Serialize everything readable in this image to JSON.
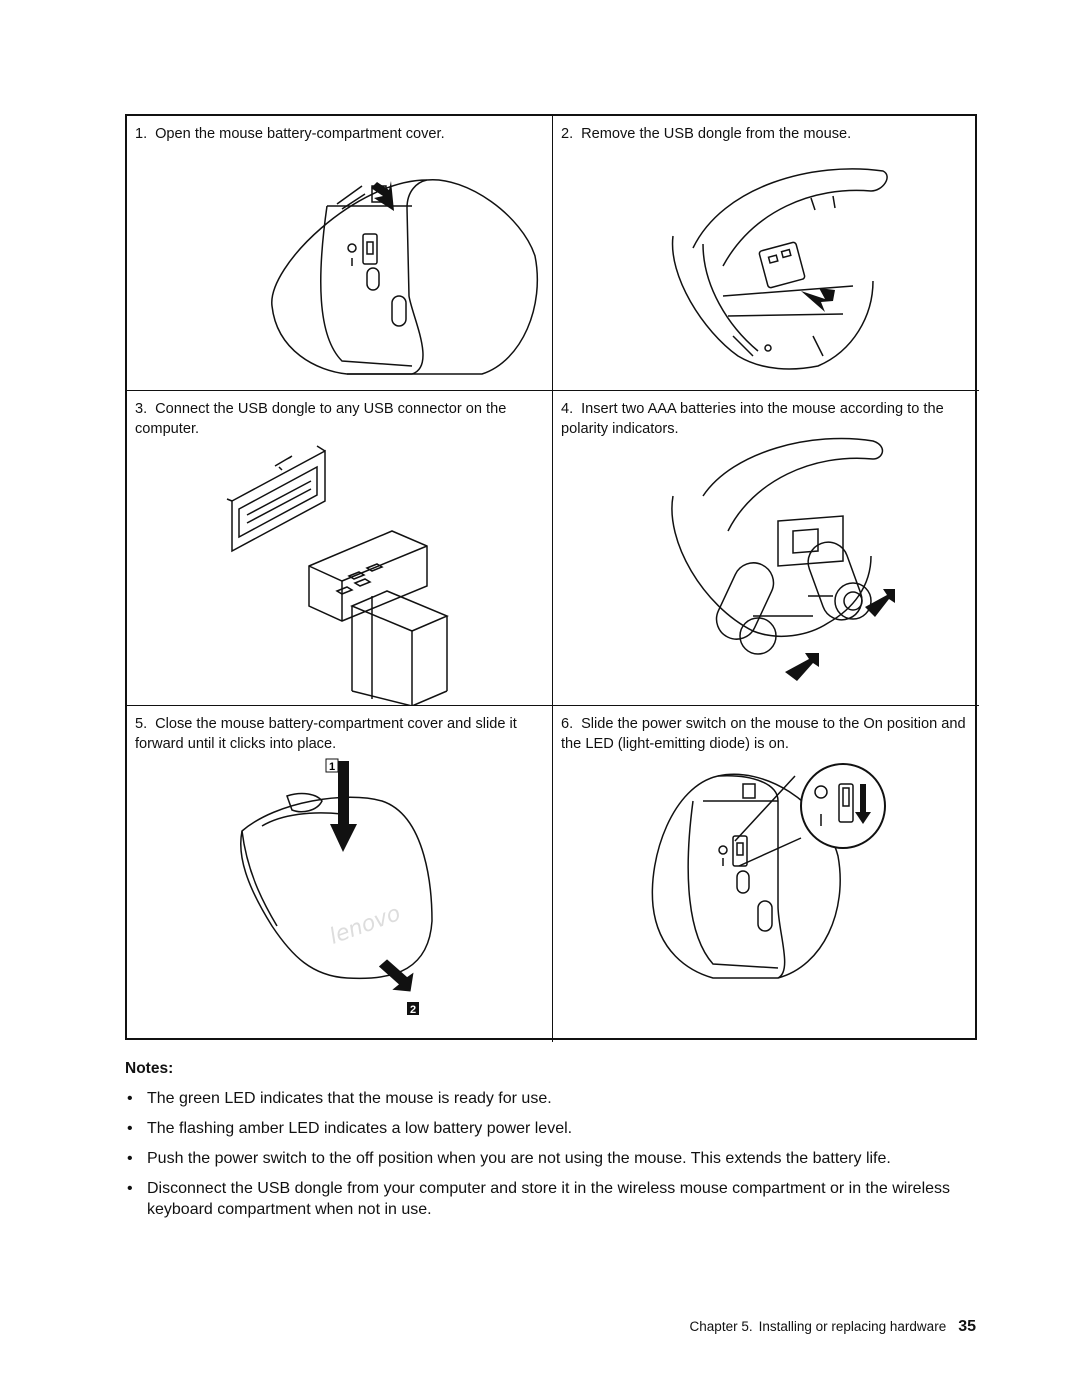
{
  "steps": [
    {
      "num": "1.",
      "text": "Open the mouse battery-compartment cover.",
      "figure": "mouse-underside-cover-open-icon"
    },
    {
      "num": "2.",
      "text": "Remove the USB dongle from the mouse.",
      "figure": "mouse-remove-dongle-icon"
    },
    {
      "num": "3.",
      "text": "Connect the USB dongle to any USB connector on the computer.",
      "figure": "usb-dongle-connector-icon"
    },
    {
      "num": "4.",
      "text": "Insert two AAA batteries into the mouse according to the polarity indicators.",
      "figure": "mouse-batteries-icon"
    },
    {
      "num": "5.",
      "text": "Close the mouse battery-compartment cover and slide it forward until it clicks into place.",
      "figure": "mouse-top-cover-close-icon"
    },
    {
      "num": "6.",
      "text": "Slide the power switch on the mouse to the On position and the LED (light-emitting diode) is on.",
      "figure": "mouse-power-switch-icon"
    }
  ],
  "callouts": {
    "one": "1",
    "two": "2"
  },
  "brand": "lenovo",
  "notes_title": "Notes:",
  "notes": [
    "The green LED indicates that the mouse is ready for use.",
    "The flashing amber LED indicates a low battery power level.",
    "Push the power switch to the off position when you are not using the mouse. This extends the battery life.",
    "Disconnect the USB dongle from your computer and store it in the wireless mouse compartment or in the wireless keyboard compartment when not in use."
  ],
  "footer": {
    "chapter_label": "Chapter 5.",
    "chapter_title": "Installing or replacing hardware",
    "page": "35"
  }
}
